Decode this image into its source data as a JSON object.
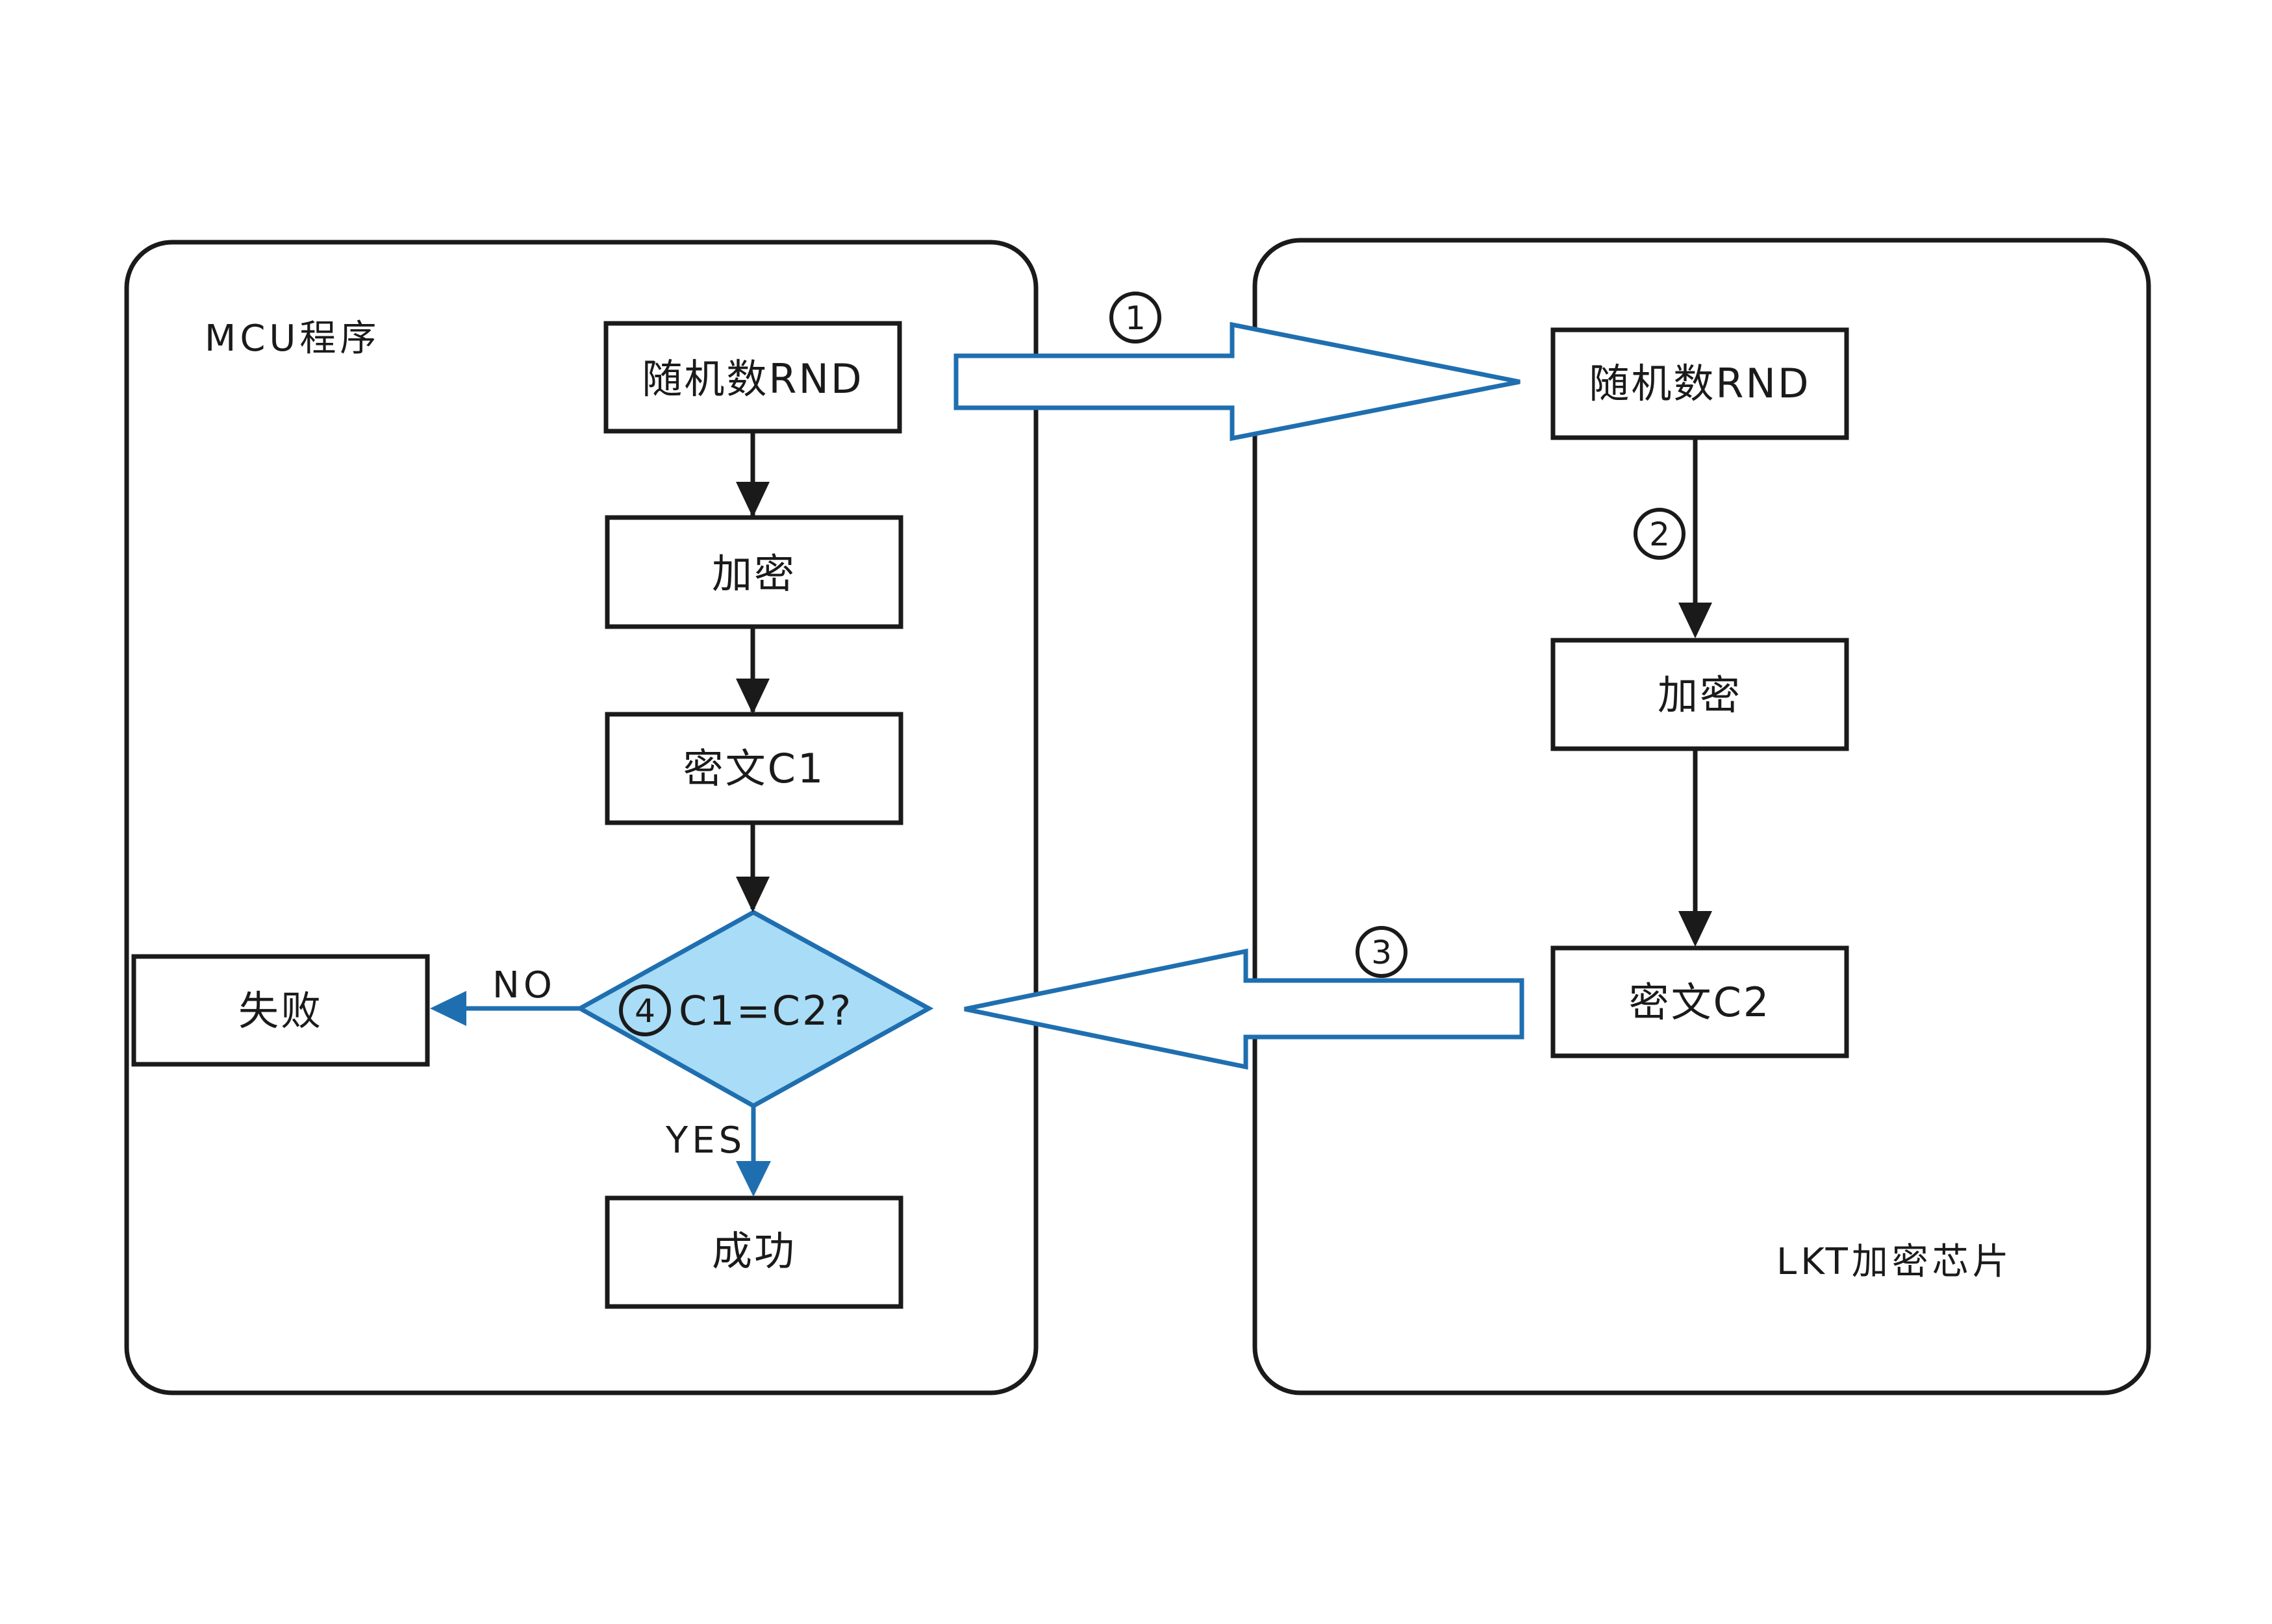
{
  "left_panel": {
    "title": "MCU程序"
  },
  "right_panel": {
    "title": "LKT加密芯片"
  },
  "mcu_flow": {
    "random": "随机数RND",
    "encrypt": "加密",
    "cipher": "密文C1",
    "decision": "C1=C2?",
    "decision_step": "4",
    "fail": "失败",
    "success": "成功",
    "no_label": "NO",
    "yes_label": "YES"
  },
  "chip_flow": {
    "random": "随机数RND",
    "encrypt": "加密",
    "cipher": "密文C2"
  },
  "steps": {
    "s1": "1",
    "s2": "2",
    "s3": "3"
  },
  "colors": {
    "line": "#1a1a1a",
    "blue_stroke": "#1f6fb0",
    "diamond_fill": "#a9dcf6"
  }
}
